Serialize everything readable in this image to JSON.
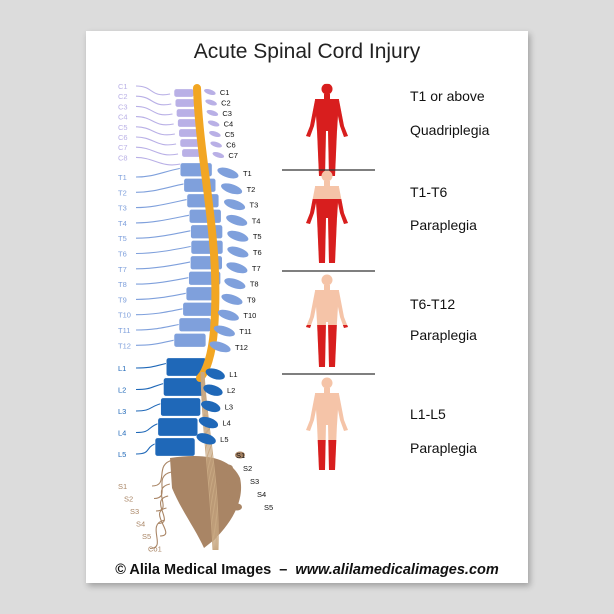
{
  "title": "Acute Spinal Cord Injury",
  "levels": [
    {
      "level": "T1 or above",
      "injury": "Quadriplegia"
    },
    {
      "level": "T1-T6",
      "injury": "Paraplegia"
    },
    {
      "level": "T6-T12",
      "injury": "Paraplegia"
    },
    {
      "level": "L1-L5",
      "injury": "Paraplegia"
    }
  ],
  "vertebrae": {
    "cervical": [
      "C1",
      "C2",
      "C3",
      "C4",
      "C5",
      "C6",
      "C7"
    ],
    "thoracic": [
      "T1",
      "T2",
      "T3",
      "T4",
      "T5",
      "T6",
      "T7",
      "T8",
      "T9",
      "T10",
      "T11",
      "T12"
    ],
    "lumbar": [
      "L1",
      "L2",
      "L3",
      "L4",
      "L5"
    ],
    "sacral": [
      "S1",
      "S2",
      "S3",
      "S4",
      "S5"
    ]
  },
  "nerve_roots": {
    "cervical": [
      "C1",
      "C2",
      "C3",
      "C4",
      "C5",
      "C6",
      "C7",
      "C8"
    ],
    "thoracic": [
      "T1",
      "T2",
      "T3",
      "T4",
      "T5",
      "T6",
      "T7",
      "T8",
      "T9",
      "T10",
      "T11",
      "T12"
    ],
    "lumbar": [
      "L1",
      "L2",
      "L3",
      "L4",
      "L5"
    ],
    "sacral": [
      "S1",
      "S2",
      "S3",
      "S4",
      "S5",
      "Co1"
    ]
  },
  "colors": {
    "cervical": "#b9b0e6",
    "thoracic": "#7fa0dc",
    "lumbar": "#1f68b8",
    "sacral": "#a98565",
    "cord": "#f2a623",
    "injury": "#d81e1e",
    "skin": "#f5c4a8"
  },
  "footer": {
    "copyright": "© Alila Medical Images",
    "separator": "–",
    "website": "www.alilamedicalimages.com"
  }
}
